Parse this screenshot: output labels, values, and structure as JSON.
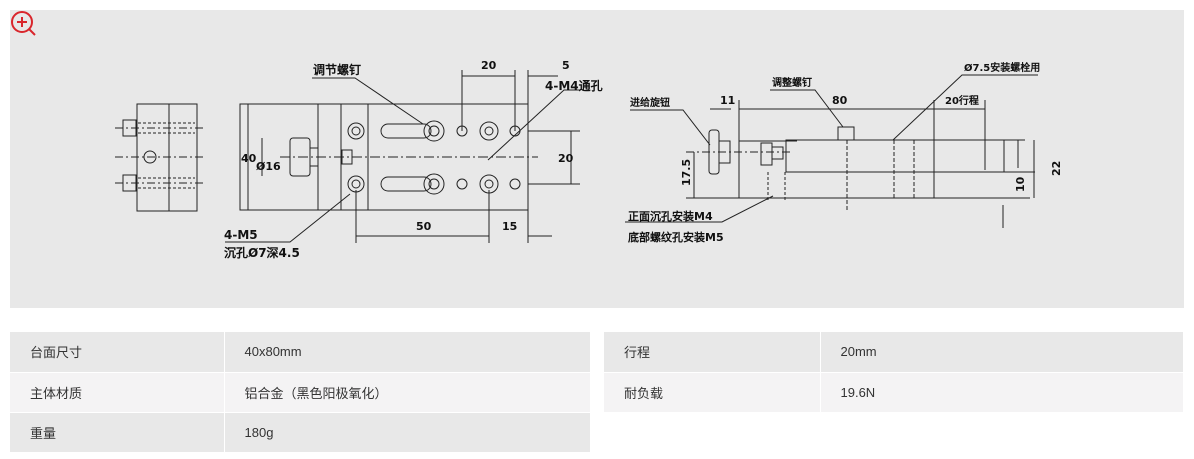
{
  "drawing": {
    "top_view": {
      "adjust_screw": "调节螺钉",
      "through_holes": "4-M4通孔",
      "counterbore_holes_1": "4-M5",
      "counterbore_holes_2": "沉孔Ø7深4.5",
      "dims": {
        "d20_top": "20",
        "d5": "5",
        "d40": "40",
        "d16": "Ø16",
        "d20_right": "20",
        "d50": "50",
        "d15": "15"
      }
    },
    "side_view": {
      "feed_knob": "进给旋钮",
      "adjust_screw": "调整螺钉",
      "bolt_hole": "Ø7.5安装螺栓用",
      "travel": "20行程",
      "front_mount": "正面沉孔安装M4",
      "bottom_mount": "底部螺纹孔安装M5",
      "dims": {
        "d11": "11",
        "d80": "80",
        "d17_5": "17.5",
        "d22": "22",
        "d10": "10"
      }
    }
  },
  "accent_color": "#d9262c",
  "specs_left": [
    {
      "label": "台面尺寸",
      "value": "40x80mm"
    },
    {
      "label": "主体材质",
      "value": "铝合金（黑色阳极氧化）"
    },
    {
      "label": "重量",
      "value": "180g"
    }
  ],
  "specs_right": [
    {
      "label": "行程",
      "value": "20mm"
    },
    {
      "label": "耐负载",
      "value": "19.6N"
    }
  ]
}
